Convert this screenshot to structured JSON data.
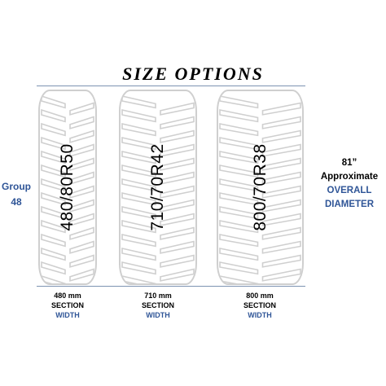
{
  "title": "SIZE OPTIONS",
  "group": {
    "line1": "Group",
    "line2": "48"
  },
  "diameter": {
    "value": "81”",
    "line1": "Approximate",
    "line2": "OVERALL",
    "line3": "DIAMETER"
  },
  "tires": [
    {
      "size": "480/80R50",
      "width_mm": "480 mm",
      "section": "SECTION",
      "width": "WIDTH"
    },
    {
      "size": "710/70R42",
      "width_mm": "710 mm",
      "section": "SECTION",
      "width": "WIDTH"
    },
    {
      "size": "800/70R38",
      "width_mm": "800 mm",
      "section": "SECTION",
      "width": "WIDTH"
    }
  ],
  "colors": {
    "accent": "#2f5597",
    "rule": "#7d93b2",
    "tread": "#cfcfcf"
  }
}
